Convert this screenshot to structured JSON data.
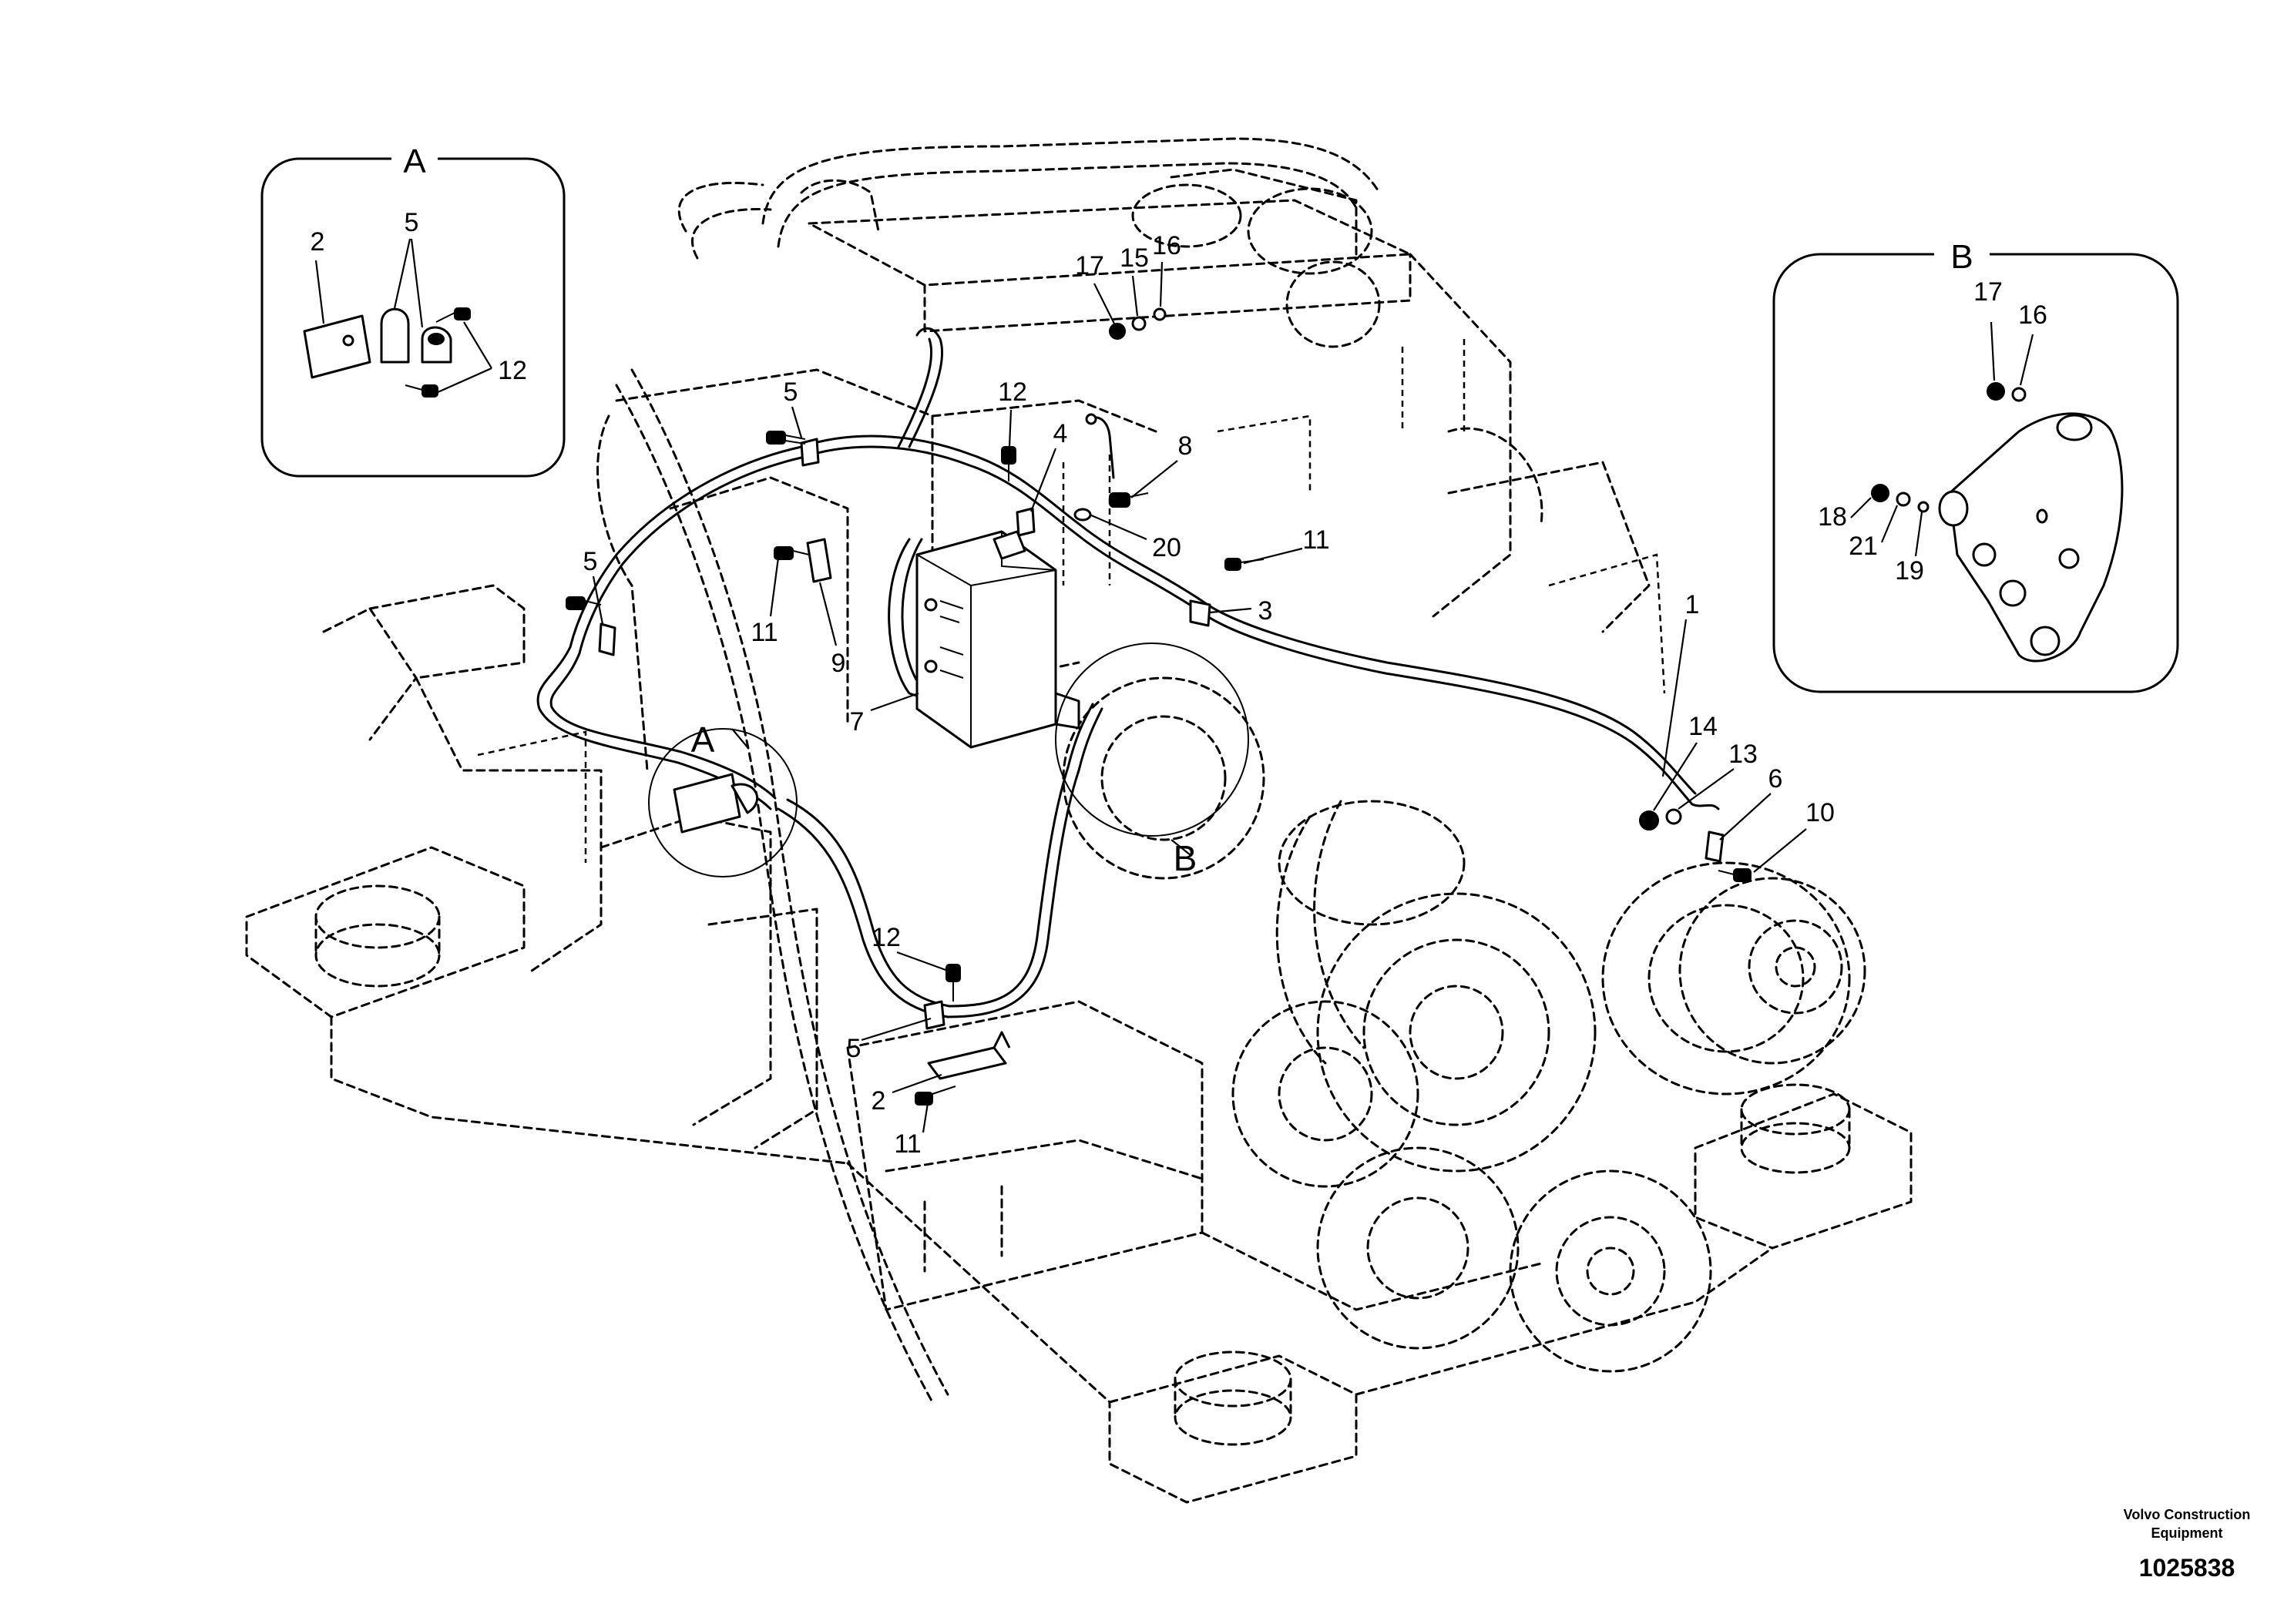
{
  "document_id": "1025838",
  "brand_line_1": "Volvo Construction",
  "brand_line_2": "Equipment",
  "detail_labels": {
    "a": "A",
    "b": "B"
  },
  "inset_a": {
    "title": "A",
    "callouts": {
      "c2": "2",
      "c5": "5",
      "c12": "12"
    }
  },
  "inset_b": {
    "title": "B",
    "callouts": {
      "c17": "17",
      "c16": "16",
      "c18": "18",
      "c21": "21",
      "c19": "19"
    }
  },
  "main_callouts": {
    "c1": "1",
    "c2": "2",
    "c3": "3",
    "c4": "4",
    "c5_upper": "5",
    "c5_left": "5",
    "c5_lower": "5",
    "c6": "6",
    "c7": "7",
    "c8": "8",
    "c9": "9",
    "c10": "10",
    "c11_upper": "11",
    "c11_right": "11",
    "c11_lower": "11",
    "c12_upper": "12",
    "c12_lower": "12",
    "c13": "13",
    "c14": "14",
    "c15": "15",
    "c16": "16",
    "c17": "17",
    "c20": "20"
  }
}
